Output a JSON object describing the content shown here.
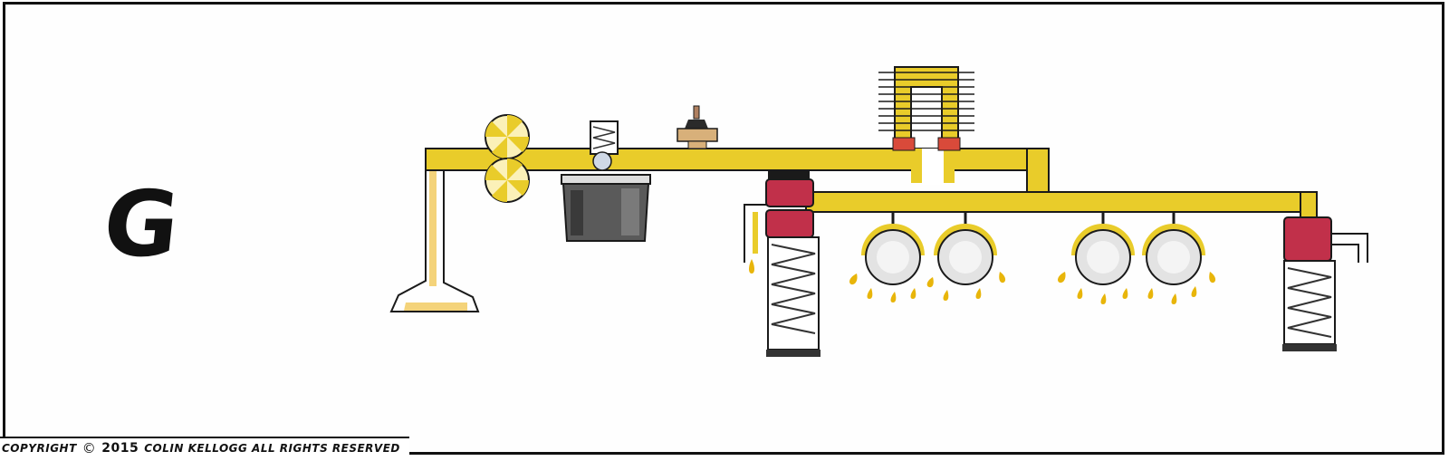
{
  "panel": {
    "letter": "G"
  },
  "copyright": {
    "word": "COPYRIGHT",
    "symbol": "©",
    "year": "2015",
    "holder": "COLIN KELLOGG ALL RIGHTS RESERVED"
  },
  "colors": {
    "oil": "#e9cc2a",
    "oil_edge": "#b89410",
    "oil_pale": "#f4d37a",
    "piston_red": "#c1304a",
    "filter_gray": "#5a5a5a",
    "outline": "#1a1a1a"
  },
  "icons": {
    "oil_pump": "pump-gears-icon",
    "filter": "oil-filter-icon",
    "relief_valve": "relief-valve-spring-icon",
    "pressure_switch": "pressure-sender-icon",
    "cooler": "oil-cooler-icon",
    "lifter": "lifter-spring-icon",
    "bearing": "crank-bearing-icon",
    "drip": "oil-drip-icon"
  }
}
